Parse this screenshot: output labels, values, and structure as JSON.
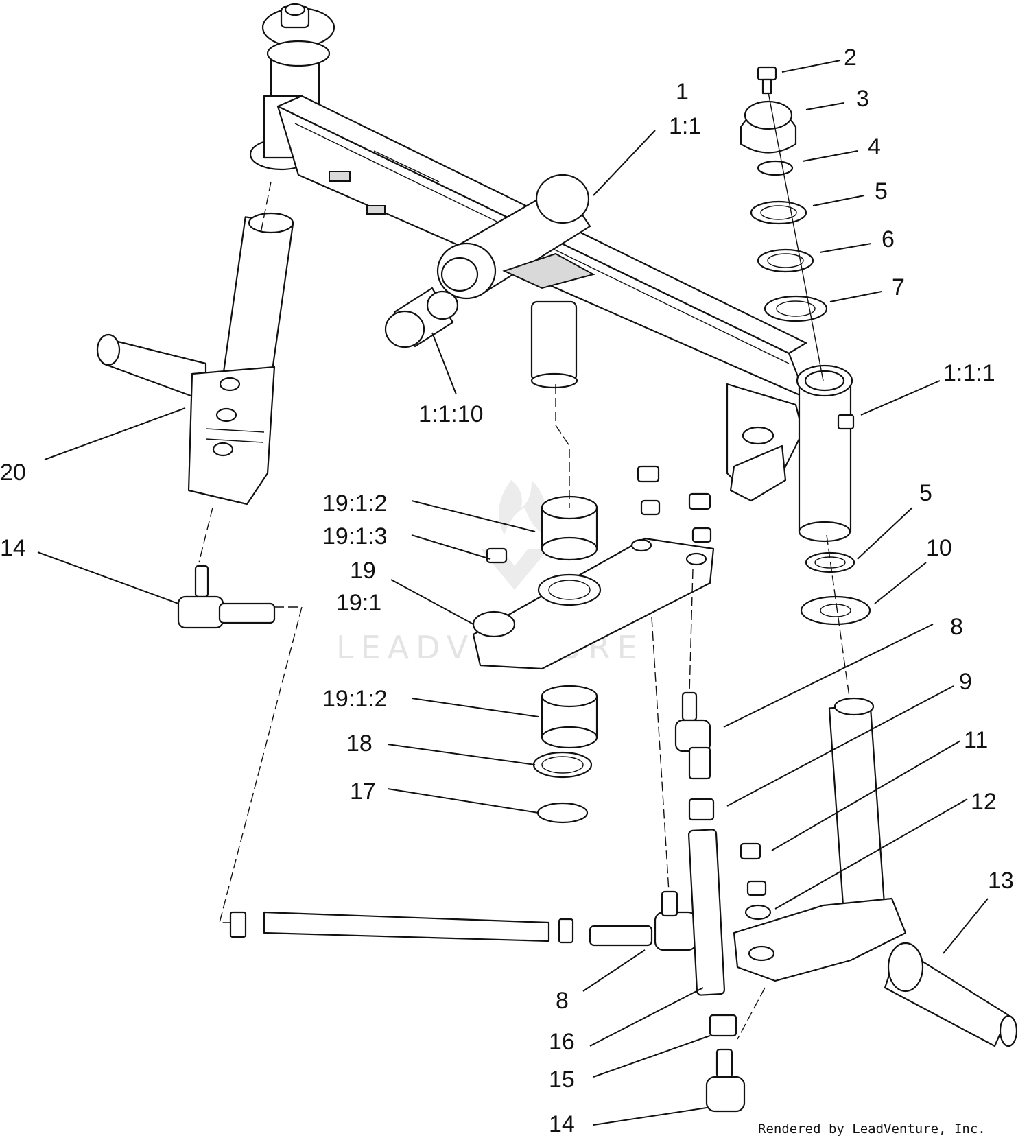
{
  "diagram": {
    "callouts": {
      "c1": "1",
      "c1_1": "1:1",
      "c2": "2",
      "c3": "3",
      "c4": "4",
      "c5a": "5",
      "c6": "6",
      "c7": "7",
      "c1_1_1": "1:1:1",
      "c1_1_10": "1:1:10",
      "c20": "20",
      "c19_1_2a": "19:1:2",
      "c19_1_3": "19:1:3",
      "c19": "19",
      "c19_1": "19:1",
      "c14a": "14",
      "c5b": "5",
      "c10": "10",
      "c8a": "8",
      "c9": "9",
      "c11": "11",
      "c12": "12",
      "c13": "13",
      "c19_1_2b": "19:1:2",
      "c18": "18",
      "c17": "17",
      "c8b": "8",
      "c16": "16",
      "c15": "15",
      "c14b": "14"
    },
    "watermark": "LEADVENTURE",
    "credit": "Rendered by LeadVenture, Inc."
  }
}
